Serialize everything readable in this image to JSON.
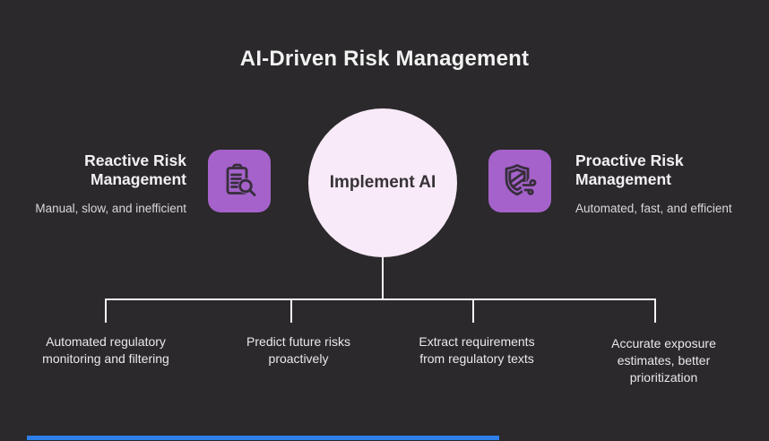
{
  "title": "AI-Driven Risk Management",
  "center": {
    "label": "Implement AI"
  },
  "left": {
    "heading": "Reactive Risk Management",
    "description": "Manual, slow, and inefficient",
    "icon": "clipboard-search-icon"
  },
  "right": {
    "heading": "Proactive Risk Management",
    "description": "Automated, fast, and efficient",
    "icon": "shield-wind-icon"
  },
  "branches": [
    {
      "label": "Automated regulatory monitoring and filtering"
    },
    {
      "label": "Predict future risks proactively"
    },
    {
      "label": "Extract requirements from regulatory texts"
    },
    {
      "label": "Accurate exposure estimates, better prioritization"
    }
  ],
  "colors": {
    "background": "#2B292B",
    "accent_purple": "#A562CA",
    "circle_fill": "#F8EAF8",
    "connector_line": "#F5F3F5",
    "heading_text": "#F3F1F3",
    "body_text": "#DAD8DA",
    "progress_blue": "#2E7FE8"
  }
}
